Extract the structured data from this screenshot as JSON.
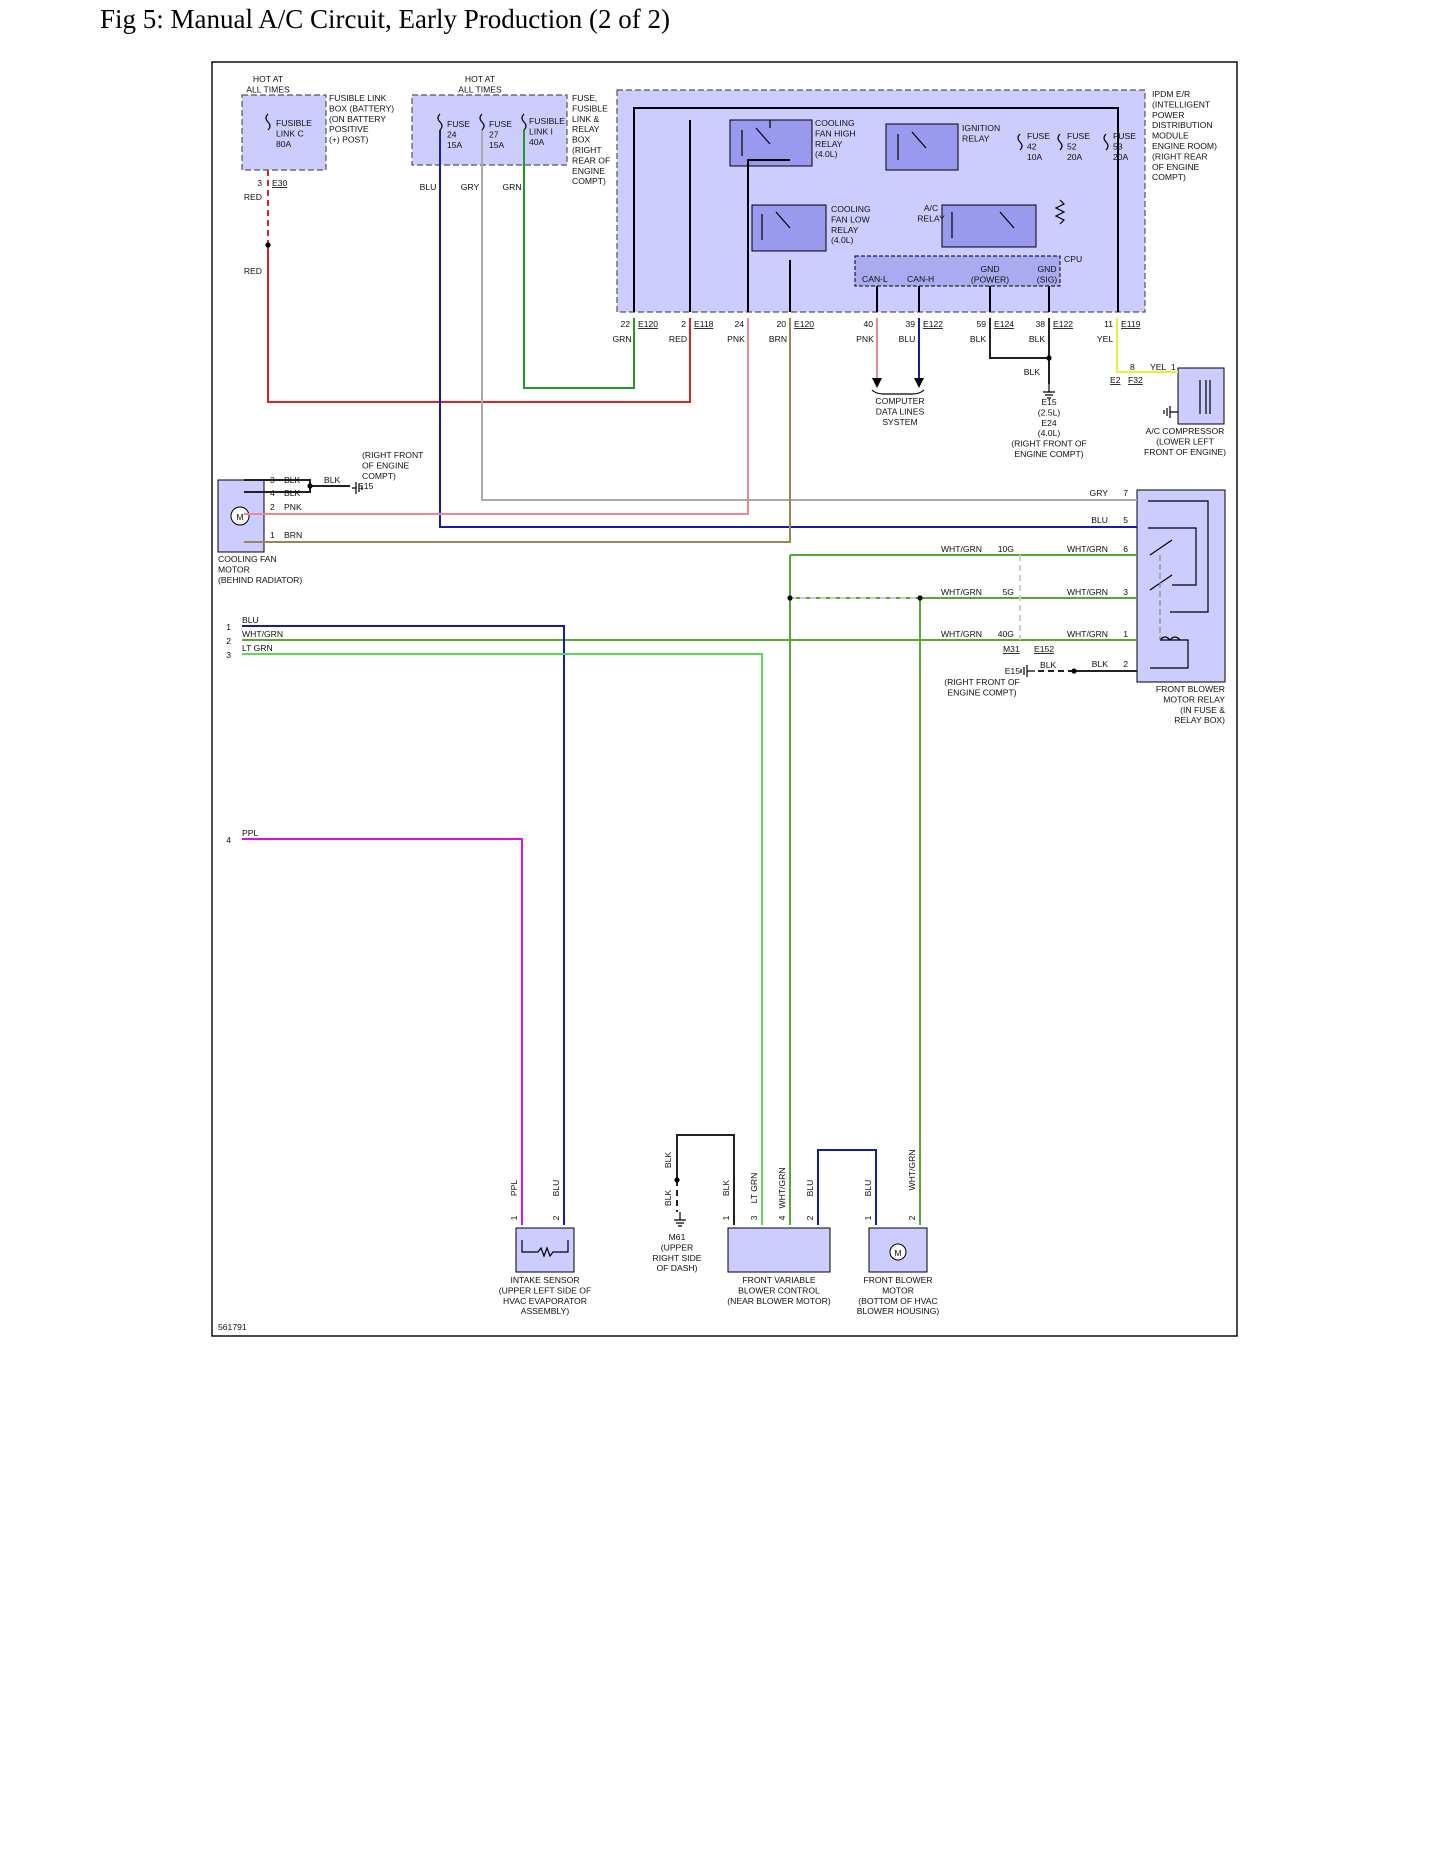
{
  "title": "Fig 5: Manual A/C Circuit, Early Production (2 of 2)",
  "figure_number": "561791",
  "colors": {
    "RED": "#dd2222",
    "GRN": "#229922",
    "BLU": "#1a1aaa",
    "GRY": "#aaaaaa",
    "PNK": "#ee8899",
    "BRN": "#998855",
    "BLK": "#222222",
    "YEL": "#eeee33",
    "LTGRN": "#55dd55",
    "WHTGRN": "#55aa33",
    "PPL": "#dd11dd",
    "component_fill": "#ccccff"
  },
  "labels": {
    "hot1": [
      "HOT AT",
      "ALL TIMES"
    ],
    "hot2": [
      "HOT AT",
      "ALL TIMES"
    ],
    "fusible_box": [
      "FUSIBLE LINK",
      "BOX (BATTERY)",
      "(ON BATTERY",
      "POSITIVE",
      "(+) POST)"
    ],
    "fusible_link_c": [
      "FUSIBLE",
      "LINK C",
      "80A"
    ],
    "fuse_box2": [
      "FUSE,",
      "FUSIBLE",
      "LINK &",
      "RELAY",
      "BOX",
      "(RIGHT",
      "REAR OF",
      "ENGINE",
      "COMPT)"
    ],
    "fuse24": [
      "FUSE",
      "24",
      "15A"
    ],
    "fuse27": [
      "FUSE",
      "27",
      "15A"
    ],
    "fusible_link_i": [
      "FUSIBLE",
      "LINK I",
      "40A"
    ],
    "ipdm": [
      "IPDM E/R",
      "(INTELLIGENT",
      "POWER",
      "DISTRIBUTION",
      "MODULE",
      "ENGINE ROOM)",
      "(RIGHT REAR",
      "OF ENGINE",
      "COMPT)"
    ],
    "cooling_high": [
      "COOLING",
      "FAN HIGH",
      "RELAY",
      "(4.0L)"
    ],
    "ignition_relay": [
      "IGNITION",
      "RELAY"
    ],
    "fuse42": [
      "FUSE",
      "42",
      "10A"
    ],
    "fuse52": [
      "FUSE",
      "52",
      "20A"
    ],
    "fuse53": [
      "FUSE",
      "53",
      "20A"
    ],
    "cooling_low": [
      "COOLING",
      "FAN LOW",
      "RELAY",
      "(4.0L)"
    ],
    "ac_relay": [
      "A/C",
      "RELAY"
    ],
    "cpu": "CPU",
    "can_l": "CAN-L",
    "can_h": "CAN-H",
    "gnd_power": [
      "GND",
      "(POWER)"
    ],
    "gnd_sig": [
      "GND",
      "(SIG)"
    ],
    "computer_data": [
      "COMPUTER",
      "DATA LINES",
      "SYSTEM"
    ],
    "ground_e15_e24": [
      "E15",
      "(2.5L)",
      "E24",
      "(4.0L)",
      "(RIGHT FRONT OF",
      "ENGINE COMPT)"
    ],
    "ac_compressor": [
      "A/C COMPRESSOR",
      "(LOWER LEFT",
      "FRONT OF ENGINE)"
    ],
    "right_front": [
      "(RIGHT FRONT",
      "OF ENGINE",
      "COMPT)"
    ],
    "cooling_fan_motor": [
      "COOLING FAN",
      "MOTOR",
      "(BEHIND RADIATOR)"
    ],
    "front_blower_relay": [
      "FRONT BLOWER",
      "MOTOR RELAY",
      "(IN FUSE &",
      "RELAY BOX)"
    ],
    "e15_right_front": [
      "(RIGHT FRONT OF",
      "ENGINE COMPT)"
    ],
    "intake_sensor": [
      "INTAKE SENSOR",
      "(UPPER LEFT SIDE OF",
      "HVAC EVAPORATOR",
      "ASSEMBLY)"
    ],
    "m61": [
      "M61",
      "(UPPER",
      "RIGHT SIDE",
      "OF DASH)"
    ],
    "fvbc": [
      "FRONT VARIABLE",
      "BLOWER CONTROL",
      "(NEAR BLOWER MOTOR)"
    ],
    "front_blower_motor": [
      "FRONT BLOWER",
      "MOTOR",
      "(BOTTOM OF HVAC",
      "BLOWER HOUSING)"
    ],
    "motor_symbol": "M",
    "e15": "E15",
    "e30": "E30"
  },
  "connectors": {
    "top": [
      {
        "pin": "22",
        "conn": "E120",
        "color": "GRN"
      },
      {
        "pin": "2",
        "conn": "E118",
        "color": "RED"
      },
      {
        "pin": "24",
        "conn": "",
        "color": "PNK"
      },
      {
        "pin": "20",
        "conn": "E120",
        "color": "BRN"
      },
      {
        "pin": "40",
        "conn": "",
        "color": "PNK"
      },
      {
        "pin": "39",
        "conn": "E122",
        "color": "BLU"
      },
      {
        "pin": "59",
        "conn": "E124",
        "color": "BLK"
      },
      {
        "pin": "38",
        "conn": "E122",
        "color": "BLK"
      },
      {
        "pin": "11",
        "conn": "E119",
        "color": "YEL"
      }
    ],
    "e30_pin": "3",
    "e30_wire": "RED",
    "fuse_out": [
      "BLU",
      "GRY",
      "GRN"
    ],
    "fan_motor": [
      {
        "pin": "3",
        "color": "BLK"
      },
      {
        "pin": "4",
        "color": "BLK"
      },
      {
        "pin": "2",
        "color": "PNK"
      },
      {
        "pin": "1",
        "color": "BRN"
      }
    ],
    "fan_ground_wire": "BLK",
    "relay_pins": [
      {
        "pin": "7",
        "color": "GRY"
      },
      {
        "pin": "5",
        "color": "BLU"
      },
      {
        "pin": "6",
        "color": "WHT/GRN",
        "inline": "10G"
      },
      {
        "pin": "3",
        "color": "WHT/GRN",
        "inline": "5G"
      },
      {
        "pin": "1",
        "color": "WHT/GRN",
        "inline": "40G"
      },
      {
        "pin": "2",
        "color": "BLK"
      }
    ],
    "relay_left_wires": [
      "WHT/GRN",
      "WHT/GRN",
      "WHT/GRN"
    ],
    "m31": "M31",
    "e152": "E152",
    "e15_blk": "BLK",
    "left_pins": [
      {
        "pin": "1",
        "color": "BLU"
      },
      {
        "pin": "2",
        "color": "WHT/GRN"
      },
      {
        "pin": "3",
        "color": "LT GRN"
      },
      {
        "pin": "4",
        "color": "PPL"
      }
    ],
    "compressor": {
      "pin": "8",
      "wire": "YEL",
      "pin2": "1",
      "conn1": "E2",
      "conn2": "F32"
    },
    "ground_wire": "BLK",
    "intake_sensor": [
      {
        "pin": "1",
        "color": "PPL"
      },
      {
        "pin": "2",
        "color": "BLU"
      }
    ],
    "m61_wires": [
      "BLK",
      "BLK"
    ],
    "fvbc": [
      {
        "pin": "1",
        "color": "BLK"
      },
      {
        "pin": "3",
        "color": "LT GRN"
      },
      {
        "pin": "4",
        "color": "WHT/GRN"
      },
      {
        "pin": "2",
        "color": "BLU"
      }
    ],
    "fbm": [
      {
        "pin": "1",
        "color": "BLU"
      },
      {
        "pin": "2",
        "color": "WHT/GRN"
      }
    ]
  }
}
